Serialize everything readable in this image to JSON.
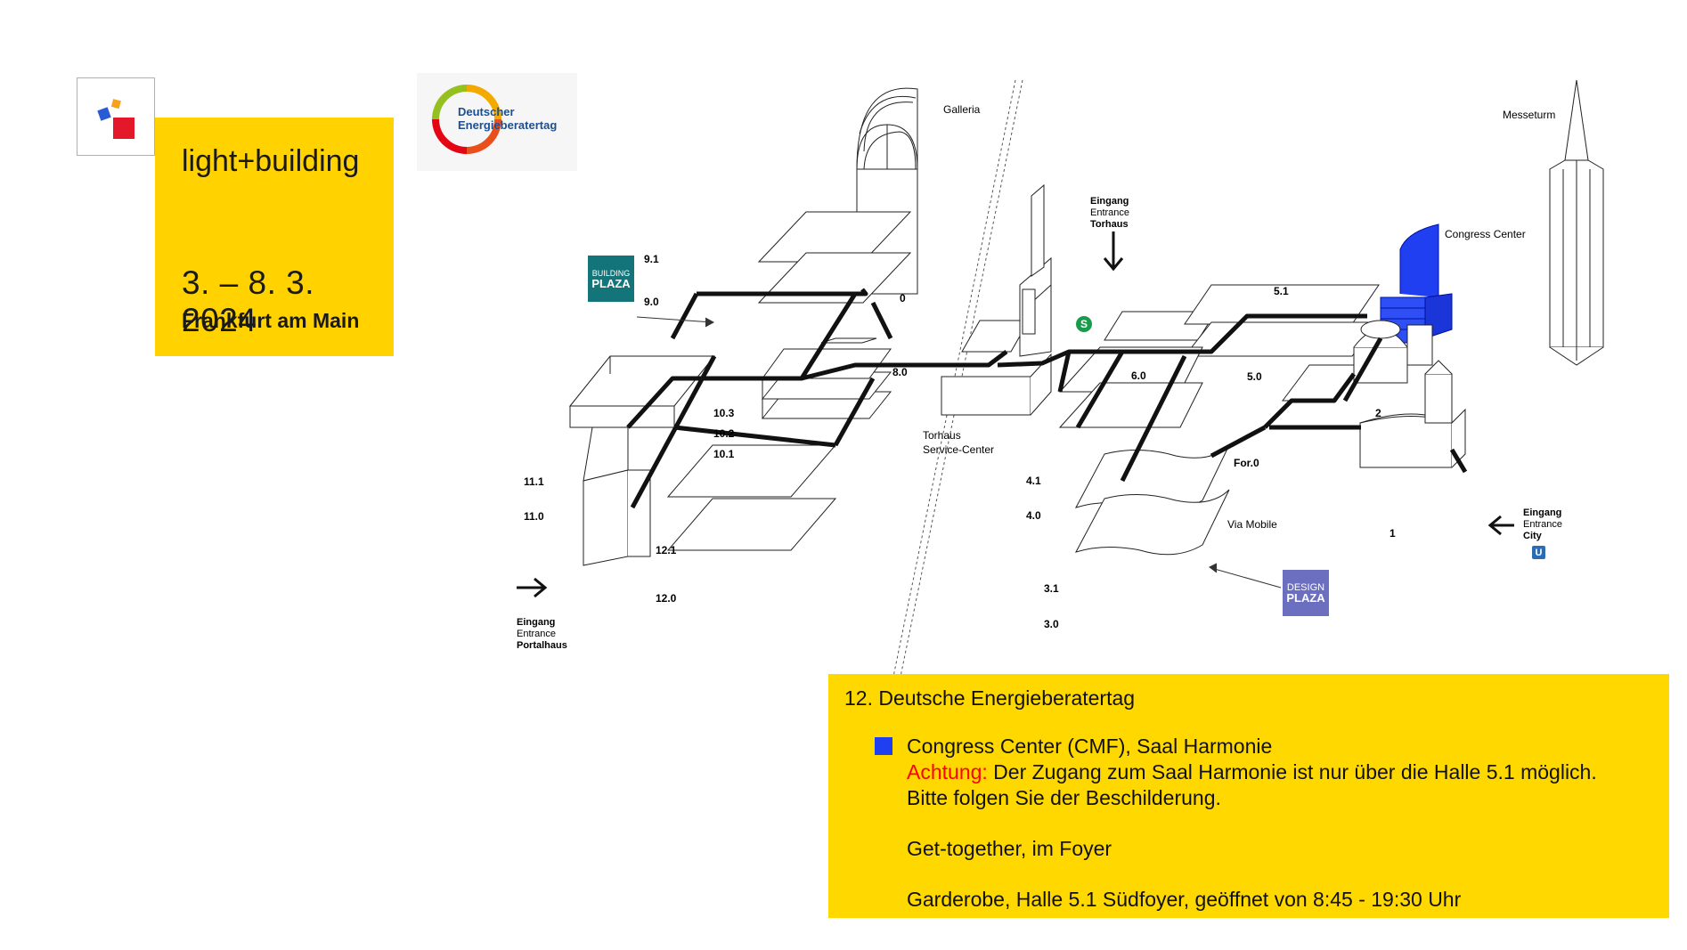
{
  "logo": {
    "title": "light+building",
    "dates": "3. – 8. 3. 2024",
    "city": "Frankfurt am Main",
    "colors": {
      "yellow": "#ffd200",
      "blue": "#2a5bd7",
      "orange": "#f5a11a",
      "red": "#e3192b"
    }
  },
  "partner_logo": {
    "line1": "Deutscher",
    "line2": "Energieberatertag"
  },
  "map": {
    "landmarks": {
      "galleria": "Galleria",
      "messeturm": "Messeturm",
      "congress_center": "Congress Center",
      "torhaus_line1": "Torhaus",
      "torhaus_line2": "Service-Center",
      "via_mobile": "Via Mobile"
    },
    "entrances": {
      "torhaus": {
        "de": "Eingang",
        "en": "Entrance",
        "name": "Torhaus"
      },
      "portalhaus": {
        "de": "Eingang",
        "en": "Entrance",
        "name": "Portalhaus"
      },
      "city": {
        "de": "Eingang",
        "en": "Entrance",
        "name": "City"
      }
    },
    "halls": {
      "h9_1": "9.1",
      "h9_0": "9.0",
      "h0": "0",
      "h8_0": "8.0",
      "h10_3": "10.3",
      "h10_2": "10.2",
      "h10_1": "10.1",
      "h11_1": "11.1",
      "h11_0": "11.0",
      "h12_1": "12.1",
      "h12_0": "12.0",
      "h5_1": "5.1",
      "h5_0": "5.0",
      "h6_0": "6.0",
      "h4_1": "4.1",
      "h4_0": "4.0",
      "h3_1": "3.1",
      "h3_0": "3.0",
      "for0": "For.0",
      "h1": "1",
      "h2": "2"
    },
    "badges": {
      "building_plaza_1": "BUILDING",
      "building_plaza_2": "PLAZA",
      "design_plaza_1": "DESIGN",
      "design_plaza_2": "PLAZA",
      "sbahn": "S",
      "ubahn": "U"
    },
    "colors": {
      "highlight": "#1f3ff0",
      "building_plaza": "#13757a",
      "design_plaza": "#6c6fc0",
      "sbahn": "#1a9b4b",
      "ubahn": "#2b6cb5"
    }
  },
  "info": {
    "title": "12. Deutsche Energieberatertag",
    "location": "Congress Center (CMF), Saal Harmonie",
    "warning_label": "Achtung:",
    "warning_text": " Der Zugang zum Saal Harmonie ist nur über die Halle 5.1 möglich.",
    "follow": "Bitte folgen Sie der Beschilderung.",
    "get_together": "Get-together, im Foyer",
    "garderobe": "Garderobe, Halle 5.1 Südfoyer, geöffnet von 8:45 - 19:30 Uhr",
    "colors": {
      "background": "#ffd800",
      "marker": "#1f3ff0",
      "warning": "#ff0000"
    }
  }
}
